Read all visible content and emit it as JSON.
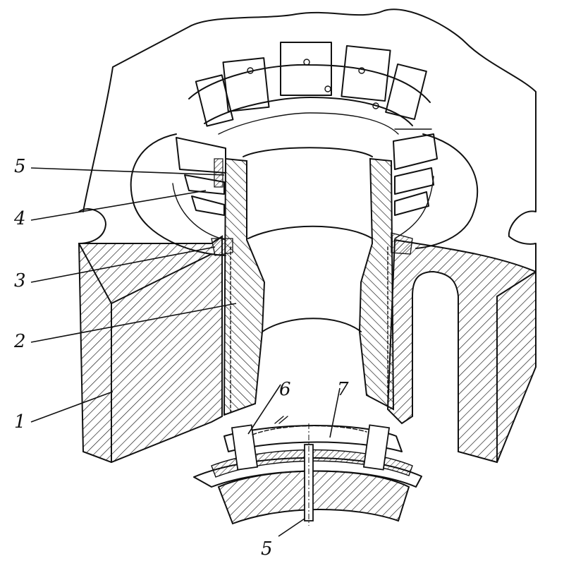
{
  "diagram": {
    "callouts": [
      {
        "id": "c5_top",
        "label": "5"
      },
      {
        "id": "c4",
        "label": "4"
      },
      {
        "id": "c3",
        "label": "3"
      },
      {
        "id": "c2",
        "label": "2"
      },
      {
        "id": "c1",
        "label": "1"
      },
      {
        "id": "c6",
        "label": "6"
      },
      {
        "id": "c7",
        "label": "7"
      },
      {
        "id": "c5_bottom",
        "label": "5"
      }
    ]
  },
  "colors": {
    "ink": "#111111",
    "paper": "#ffffff"
  }
}
